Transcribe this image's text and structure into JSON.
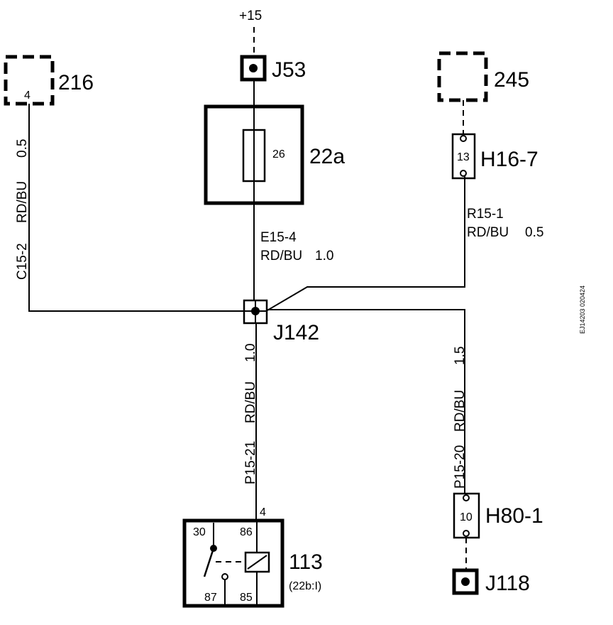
{
  "supply": "+15",
  "components": {
    "ecu_216": {
      "label": "216",
      "pin": "4"
    },
    "ecu_245": {
      "label": "245"
    },
    "fuse_22a": {
      "label": "22a",
      "fuse_number": "26"
    },
    "relay_113": {
      "label": "113",
      "sublabel": "(22b:I)",
      "pin_in": "4",
      "terminals": {
        "t30": "30",
        "t86": "86",
        "t87": "87",
        "t85": "85"
      }
    }
  },
  "connectors": {
    "j53": "J53",
    "j142": "J142",
    "j118": "J118",
    "h16_7": {
      "label": "H16-7",
      "pin": "13"
    },
    "h80_1": {
      "label": "H80-1",
      "pin": "10"
    }
  },
  "wires": {
    "c15_2": {
      "id": "C15-2",
      "color": "RD/BU",
      "gauge": "0.5"
    },
    "e15_4": {
      "id": "E15-4",
      "color": "RD/BU",
      "gauge": "1.0"
    },
    "r15_1": {
      "id": "R15-1",
      "color": "RD/BU",
      "gauge": "0.5"
    },
    "p15_21": {
      "id": "P15-21",
      "color": "RD/BU",
      "gauge": "1.0"
    },
    "p15_20": {
      "id": "P15-20",
      "color": "RD/BU",
      "gauge": "1.5"
    }
  },
  "figure_id": "EJ14203 020424"
}
